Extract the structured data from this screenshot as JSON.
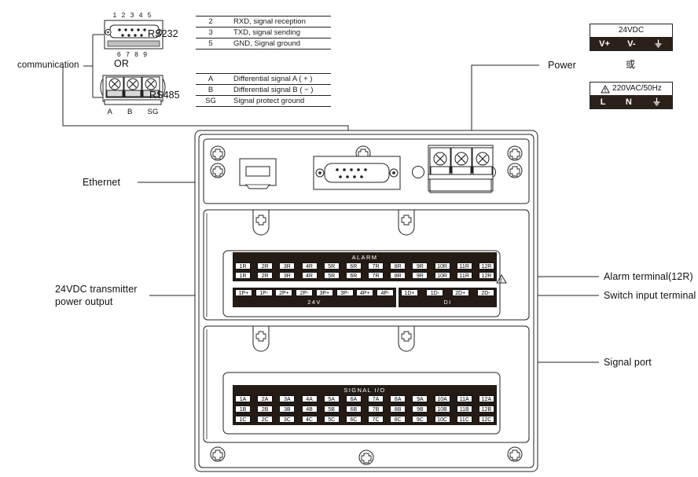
{
  "annotations": {
    "communication": "communication",
    "ethernet": "Ethernet",
    "power": "Power",
    "transmitter_power_l1": "24VDC transmitter",
    "transmitter_power_l2": "power output",
    "alarm_terminal": "Alarm terminal(12R)",
    "switch_input_terminal": "Switch input terminal",
    "signal_port": "Signal port"
  },
  "rs232": {
    "label": "RS232",
    "pins_top": "1 2 3 4 5",
    "pins_bottom": "6 7 8 9",
    "or": "OR",
    "table": [
      {
        "pin": "2",
        "desc": "RXD,  signal reception"
      },
      {
        "pin": "3",
        "desc": "TXD,  signal sending"
      },
      {
        "pin": "5",
        "desc": "GND,  Signal ground"
      }
    ]
  },
  "rs485": {
    "label": "RS485",
    "terminal_labels": [
      "A",
      "B",
      "SG"
    ],
    "table": [
      {
        "pin": "A",
        "desc": "Differential signal A ( + )"
      },
      {
        "pin": "B",
        "desc": "Differential signal B ( − )"
      },
      {
        "pin": "SG",
        "desc": "Signal protect ground"
      }
    ]
  },
  "power_blocks": {
    "dc": {
      "title": "24VDC",
      "pins": [
        "V+",
        "V-",
        "⏚"
      ]
    },
    "or_cn": "或",
    "ac": {
      "title": "220VAC/50Hz",
      "warn_icon": "warning-triangle",
      "pins": [
        "L",
        "N",
        "⏚"
      ]
    }
  },
  "device": {
    "alarm": {
      "title": "ALARM",
      "row1": [
        "1R",
        "2R",
        "3R",
        "4R",
        "5R",
        "6R",
        "7R",
        "8R",
        "9R",
        "10R",
        "11R",
        "12R"
      ],
      "row2": [
        "1R",
        "2R",
        "3R",
        "4R",
        "5R",
        "6R",
        "7R",
        "8R",
        "9R",
        "10R",
        "11R",
        "12R"
      ]
    },
    "power_out": {
      "title": "24V",
      "pads": [
        "1P+",
        "1P-",
        "2P+",
        "2P-",
        "3P+",
        "3P-",
        "4P+",
        "4P-"
      ]
    },
    "di": {
      "title": "DI",
      "pads": [
        "1D+",
        "1D-",
        "2D+",
        "2D-"
      ]
    },
    "signal_io": {
      "title": "SIGNAL I/O",
      "rowA": [
        "1A",
        "2A",
        "3A",
        "4A",
        "5A",
        "6A",
        "7A",
        "8A",
        "9A",
        "10A",
        "11A",
        "12A"
      ],
      "rowB": [
        "1B",
        "2B",
        "3B",
        "4B",
        "5B",
        "6B",
        "7B",
        "8B",
        "9B",
        "10B",
        "11B",
        "12B"
      ],
      "rowC": [
        "1C",
        "2C",
        "3C",
        "4C",
        "5C",
        "6C",
        "7C",
        "8C",
        "9C",
        "10C",
        "11C",
        "12C"
      ]
    },
    "warning_icon": "warning-triangle"
  },
  "colors": {
    "line": "#222222",
    "strip_bg": "#241b14",
    "pad_bg": "#ffffff",
    "text": "#111111"
  }
}
